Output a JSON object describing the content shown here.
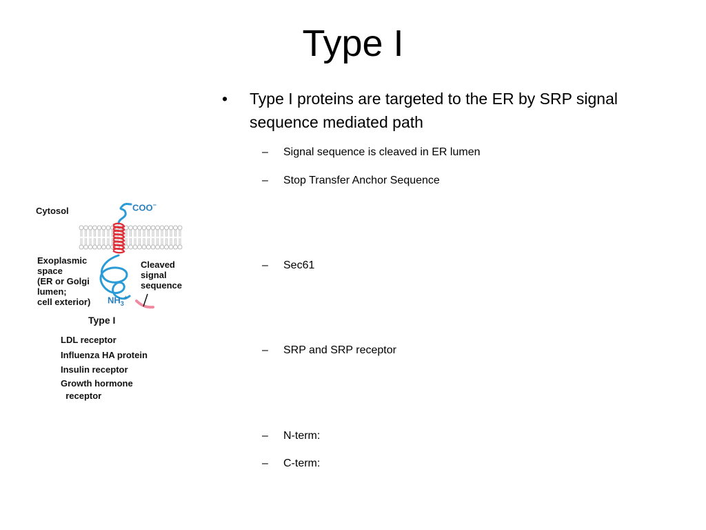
{
  "slide": {
    "title": "Type I",
    "bullet_mark": "•",
    "dash_mark": "–",
    "main_bullet": "Type I proteins are targeted to the ER by SRP signal sequence mediated path",
    "main_bullet_line1": "Type I proteins are targeted to the ER by SRP signal",
    "main_bullet_line2": "sequence mediated path",
    "sub_bullets": [
      "Signal sequence is cleaved in ER lumen",
      "Stop Transfer Anchor Sequence",
      "Sec61",
      "SRP and SRP receptor",
      "N-term:",
      "C-term:"
    ]
  },
  "diagram": {
    "cytosol_label": "Cytosol",
    "coo_label": "COO",
    "coo_charge": "−",
    "exoplasmic_label": "Exoplasmic\nspace\n(ER or Golgi\nlumen;\ncell exterior)",
    "cleaved_label": "Cleaved\nsignal\nsequence",
    "nh3_label": "NH",
    "nh3_sub": "3",
    "nh3_charge": "+",
    "type_label": "Type I",
    "examples": [
      "LDL receptor",
      "Influenza HA protein",
      "Insulin receptor",
      "Growth hormone\n  receptor"
    ],
    "colors": {
      "chain": "#2a9bd6",
      "helix": "#e0303a",
      "signal": "#f08aa0",
      "lipid": "#b8b8b8",
      "label_blue": "#2a7fc0"
    }
  }
}
